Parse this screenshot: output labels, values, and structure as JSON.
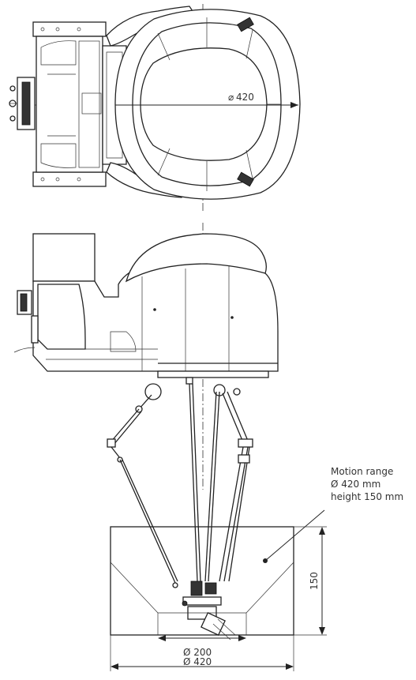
{
  "callout": {
    "line1": "Motion range",
    "line2": "Ø 420 mm",
    "line3": "height 150 mm"
  },
  "dimensions": {
    "top_diameter": "420",
    "height": "150",
    "inner_width": "Ø 200",
    "outer_width": "Ø 420"
  },
  "colors": {
    "line": "#222222",
    "background": "#ffffff"
  }
}
